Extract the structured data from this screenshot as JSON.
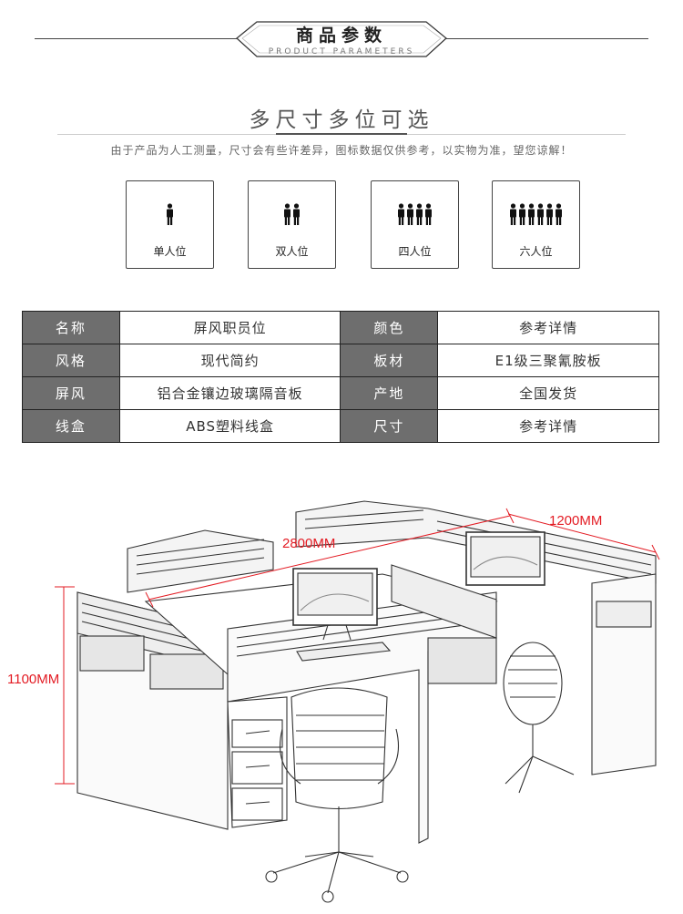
{
  "header": {
    "title": "商品参数",
    "subtitle": "PRODUCT PARAMETERS"
  },
  "section": {
    "headline": "多尺寸多位可选",
    "note": "由于产品为人工测量，尺寸会有些许差异，图标数据仅供参考，以实物为准，望您谅解！"
  },
  "seat_options": [
    {
      "label": "单人位",
      "people": 1,
      "icon": "person-icon"
    },
    {
      "label": "双人位",
      "people": 2,
      "icon": "person-icon"
    },
    {
      "label": "四人位",
      "people": 4,
      "icon": "person-icon"
    },
    {
      "label": "六人位",
      "people": 6,
      "icon": "person-icon"
    }
  ],
  "spec_table": [
    [
      {
        "key": "名称",
        "value": "屏风职员位"
      },
      {
        "key": "颜色",
        "value": "参考详情"
      }
    ],
    [
      {
        "key": "风格",
        "value": "现代简约"
      },
      {
        "key": "板材",
        "value": "E1级三聚氰胺板"
      }
    ],
    [
      {
        "key": "屏风",
        "value": "铝合金镶边玻璃隔音板"
      },
      {
        "key": "产地",
        "value": "全国发货"
      }
    ],
    [
      {
        "key": "线盒",
        "value": "ABS塑料线盒"
      },
      {
        "key": "尺寸",
        "value": "参考详情"
      }
    ]
  ],
  "illustration": {
    "dim_length": "2800MM",
    "dim_depth": "1200MM",
    "dim_height": "1100MM",
    "accent_color": "#e31b23"
  }
}
